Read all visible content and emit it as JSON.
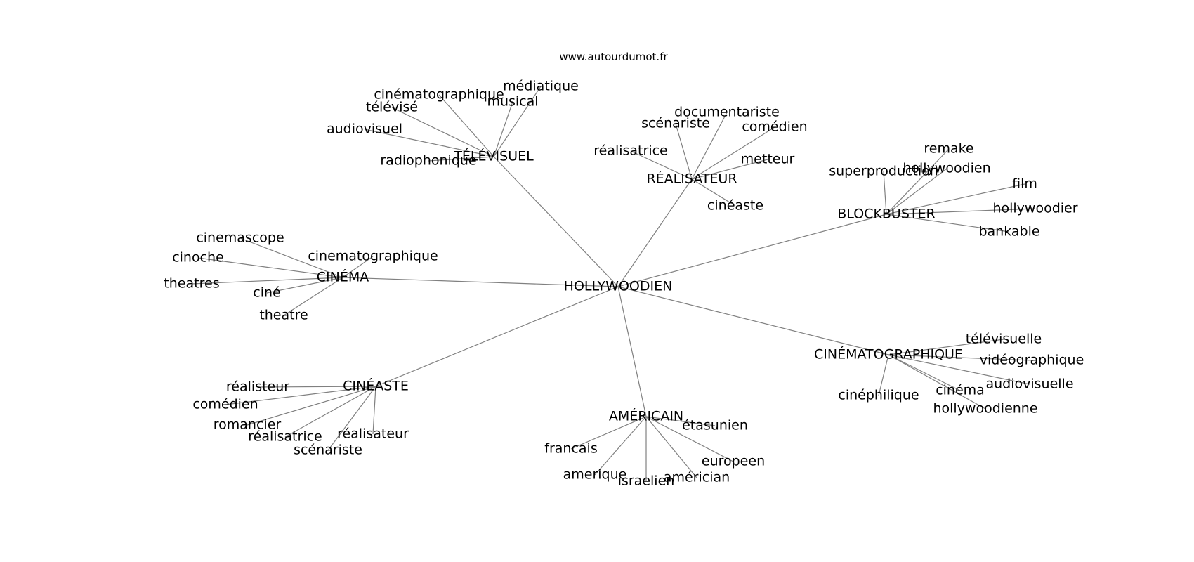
{
  "source": "www.autourdumot.fr",
  "center": "HOLLYWOODIEN",
  "hubs": [
    {
      "label": "TÉLÉVISUEL",
      "words": [
        "cinématographique",
        "médiatique",
        "télévisé",
        "musical",
        "audiovisuel",
        "radiophonique"
      ]
    },
    {
      "label": "RÉALISATEUR",
      "words": [
        "documentariste",
        "scénariste",
        "comédien",
        "réalisatrice",
        "metteur",
        "cinéaste"
      ]
    },
    {
      "label": "BLOCKBUSTER",
      "words": [
        "remake",
        "superproduction",
        "hollywoodien",
        "film",
        "hollywoodier",
        "bankable"
      ]
    },
    {
      "label": "CINÉMA",
      "words": [
        "cinemascope",
        "cinoche",
        "cinematographique",
        "theatres",
        "ciné",
        "theatre"
      ]
    },
    {
      "label": "CINÉMATOGRAPHIQUE",
      "words": [
        "télévisuelle",
        "vidéographique",
        "audiovisuelle",
        "cinéphilique",
        "cinéma",
        "hollywoodienne"
      ]
    },
    {
      "label": "CINÉASTE",
      "words": [
        "réalisteur",
        "comédien",
        "romancier",
        "réalisatrice",
        "réalisateur",
        "scénariste"
      ]
    },
    {
      "label": "AMÉRICAIN",
      "words": [
        "étasunien",
        "francais",
        "europeen",
        "amerique",
        "israelien",
        "américian"
      ]
    }
  ]
}
